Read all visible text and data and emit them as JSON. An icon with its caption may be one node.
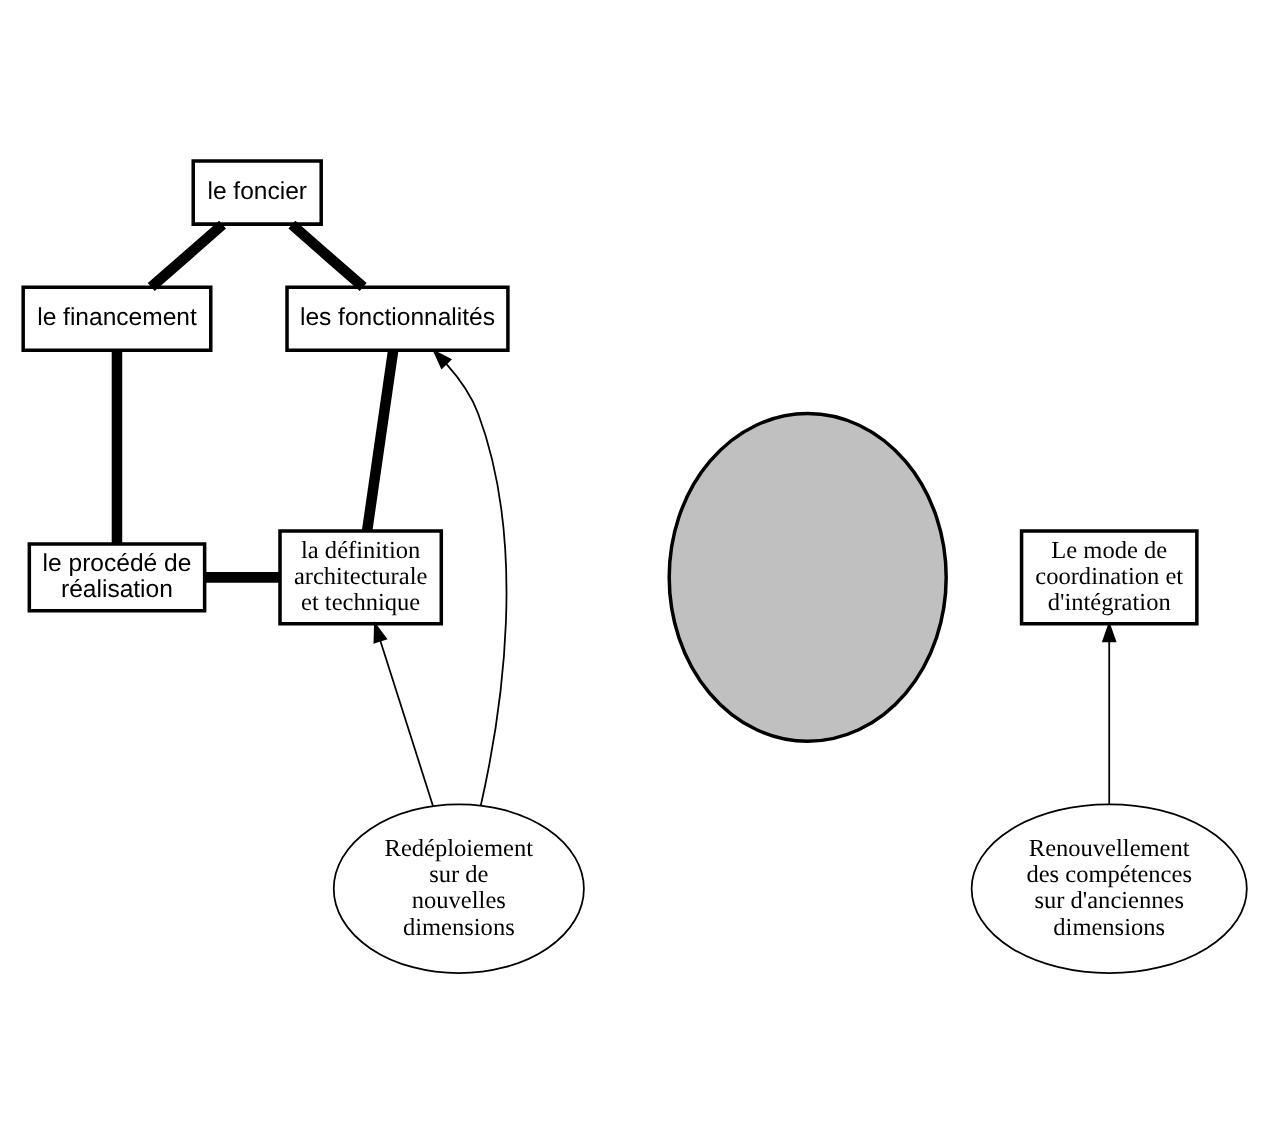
{
  "diagram": {
    "nodes": [
      {
        "text": [
          "le foncier"
        ]
      },
      {
        "text": [
          "le financement"
        ]
      },
      {
        "text": [
          "les fonctionnalités"
        ]
      },
      {
        "text": [],
        "shape": "cloud"
      },
      {
        "text": [
          "Le mode de coordination et d'intégration"
        ]
      },
      {
        "text": [
          "le procédé de réalisation"
        ]
      },
      {
        "text": [
          "la définition architecturale et technique"
        ]
      },
      {
        "text": [
          "Renouvellement des compétences sur d'anciennes dimensions"
        ]
      },
      {
        "text": [
          "Redéploiement sur de nouvelles dimensions"
        ]
      }
    ],
    "edges": [
      {
        "from": 0,
        "to": 1,
        "arrow": "none"
      },
      {
        "from": 0,
        "to": 2,
        "arrow": "none"
      },
      {
        "from": 1,
        "to": 5,
        "arrow": "none"
      },
      {
        "from": 2,
        "to": 6,
        "arrow": "none"
      },
      {
        "from": 5,
        "to": 6,
        "arrow": "none"
      },
      {
        "from": 7,
        "to": 4,
        "arrow": "to"
      },
      {
        "from": 8,
        "to": 2,
        "arrow": "to"
      },
      {
        "from": 8,
        "to": 6,
        "arrow": "to"
      }
    ]
  }
}
